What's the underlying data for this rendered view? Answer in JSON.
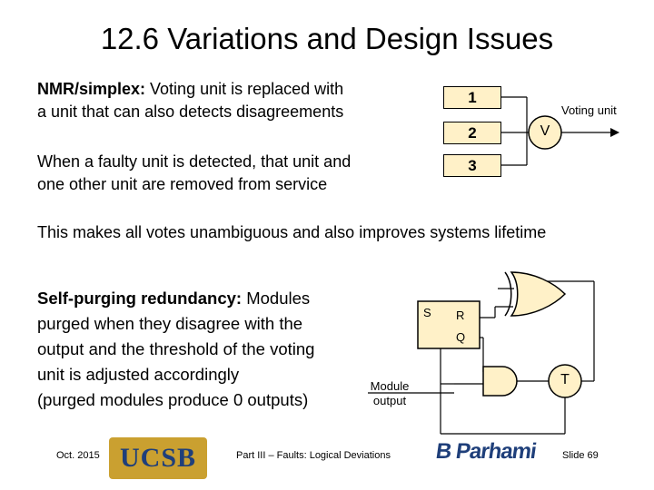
{
  "title": "12.6  Variations and Design Issues",
  "nmr": {
    "bold": "NMR/simplex:",
    "line1": " Voting unit is replaced with",
    "line2": "a unit that can also detects disagreements",
    "line3": "When a faulty unit is detected, that unit and",
    "line4": "one other unit are removed from service"
  },
  "diagram1": {
    "modules": [
      "1",
      "2",
      "3"
    ],
    "voter": "V",
    "voter_label": "Voting unit"
  },
  "statement": "This makes all votes unambiguous and also improves systems lifetime",
  "selfpurge": {
    "bold": "Self-purging redundancy:",
    "line1": " Modules",
    "line2": "purged when they disagree with the",
    "line3": "output and the threshold of the voting",
    "line4": "unit is adjusted accordingly",
    "line5": "(purged modules produce 0 outputs)"
  },
  "diagram2": {
    "s": "S",
    "r": "R",
    "q": "Q",
    "t": "T",
    "module_output_1": "Module",
    "module_output_2": "output"
  },
  "footer": {
    "date": "Oct. 2015",
    "logo": "UCSB",
    "center": "Part III – Faults: Logical Deviations",
    "author": "B Parhami",
    "slide": "Slide 69"
  },
  "colors": {
    "box_fill": "#fff1c8",
    "logo_gold": "#caa030",
    "logo_blue": "#1f3f7a"
  }
}
